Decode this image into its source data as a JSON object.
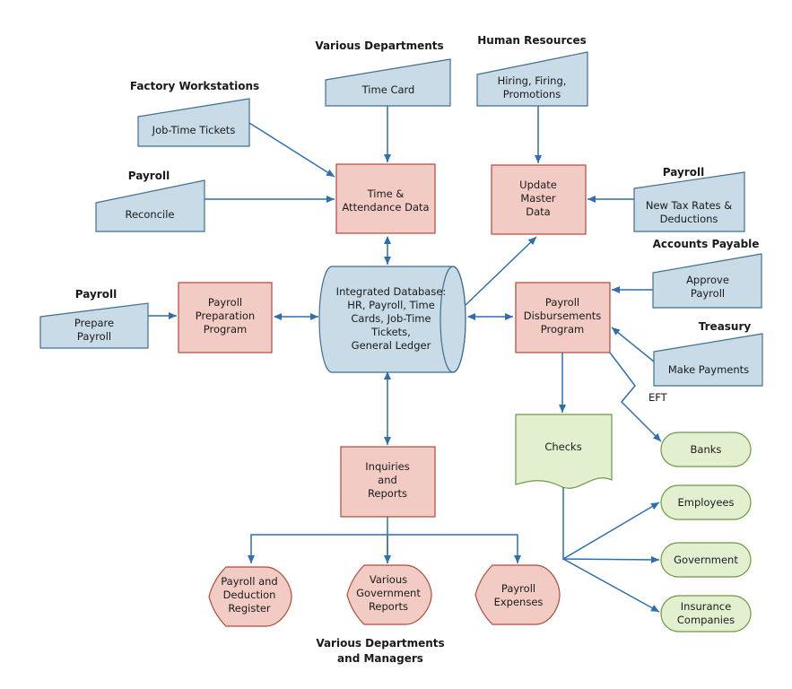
{
  "headings": {
    "various_departments": "Various Departments",
    "human_resources": "Human Resources",
    "factory_workstations": "Factory Workstations",
    "payroll_reconcile": "Payroll",
    "payroll_tax": "Payroll",
    "accounts_payable": "Accounts Payable",
    "payroll_prepare": "Payroll",
    "treasury": "Treasury",
    "various_departments_managers_1": "Various Departments",
    "various_departments_managers_2": "and Managers"
  },
  "inputs": {
    "time_card": [
      "Time Card"
    ],
    "hiring": [
      "Hiring, Firing,",
      "Promotions"
    ],
    "job_time": [
      "Job-Time Tickets"
    ],
    "reconcile": [
      "Reconcile"
    ],
    "new_tax": [
      "New Tax Rates &",
      "Deductions"
    ],
    "approve": [
      "Approve",
      "Payroll"
    ],
    "prepare": [
      "Prepare",
      "Payroll"
    ],
    "make_payments": [
      "Make Payments"
    ]
  },
  "processes": {
    "time_attendance": [
      "Time &",
      "Attendance Data"
    ],
    "update_master": [
      "Update",
      "Master",
      "Data"
    ],
    "payroll_prep": [
      "Payroll",
      "Preparation",
      "Program"
    ],
    "payroll_disb": [
      "Payroll",
      "Disbursements",
      "Program"
    ],
    "inquiries": [
      "Inquiries",
      "and",
      "Reports"
    ]
  },
  "database": [
    "Integrated Database:",
    "HR, Payroll, Time",
    "Cards, Job-Time",
    "Tickets,",
    "General Ledger"
  ],
  "documents": {
    "checks": "Checks",
    "payroll_register": [
      "Payroll and",
      "Deduction",
      "Register"
    ],
    "gov_reports": [
      "Various",
      "Government",
      "Reports"
    ],
    "payroll_expenses": [
      "Payroll",
      "Expenses"
    ]
  },
  "entities": {
    "banks": [
      "Banks"
    ],
    "employees": [
      "Employees"
    ],
    "government": [
      "Government"
    ],
    "insurance": [
      "Insurance",
      "Companies"
    ]
  },
  "eft_label": "EFT"
}
